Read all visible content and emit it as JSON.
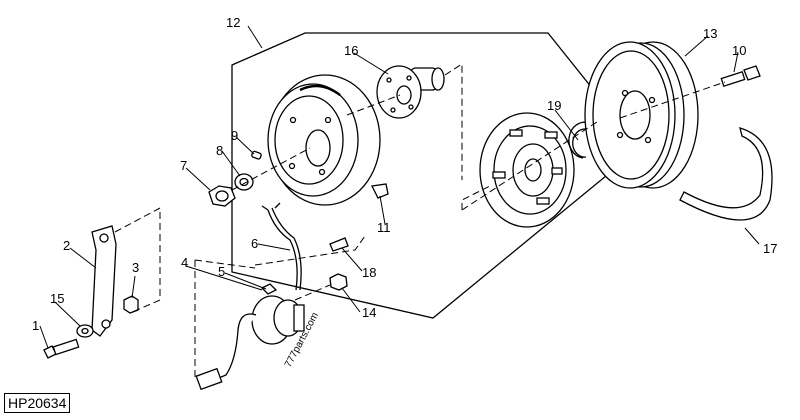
{
  "reference_code": "HP20634",
  "watermark": "777parts.com",
  "callouts": [
    "1",
    "2",
    "3",
    "4",
    "5",
    "6",
    "7",
    "8",
    "9",
    "10",
    "11",
    "12",
    "13",
    "14",
    "15",
    "16",
    "17",
    "18",
    "19"
  ]
}
